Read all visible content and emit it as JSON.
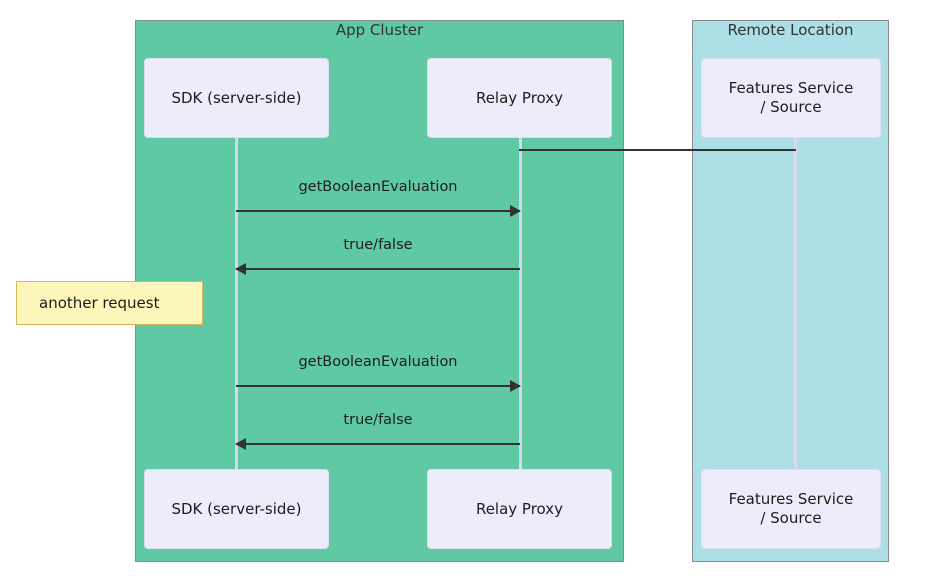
{
  "diagram": {
    "type": "sequence-diagram",
    "groups": [
      {
        "id": "app-cluster",
        "label": "App Cluster",
        "color": "#5fc9a4"
      },
      {
        "id": "remote-location",
        "label": "Remote Location",
        "color": "#ade0e6"
      }
    ],
    "participants": [
      {
        "id": "sdk",
        "label": "SDK (server-side)",
        "group": "app-cluster",
        "box_color": "#ececfa",
        "lifeline_color": "#d7d7ef"
      },
      {
        "id": "relay",
        "label": "Relay Proxy",
        "group": "app-cluster",
        "box_color": "#ececfa",
        "lifeline_color": "#d7d7ef"
      },
      {
        "id": "features",
        "label": "Features Service / Source",
        "label_line1": "Features Service",
        "label_line2": "/ Source",
        "group": "remote-location",
        "box_color": "#ececfa",
        "lifeline_color": "#d7d7ef"
      }
    ],
    "messages": [
      {
        "id": "m1",
        "from": "sdk",
        "to": "relay",
        "label": "getBooleanEvaluation",
        "direction": "right"
      },
      {
        "id": "m2",
        "from": "relay",
        "to": "sdk",
        "label": "true/false",
        "direction": "left"
      },
      {
        "id": "m3",
        "from": "sdk",
        "to": "relay",
        "label": "getBooleanEvaluation",
        "direction": "right"
      },
      {
        "id": "m4",
        "from": "relay",
        "to": "sdk",
        "label": "true/false",
        "direction": "left"
      }
    ],
    "links": [
      {
        "id": "relay-features-link",
        "from": "relay",
        "to": "features",
        "label": ""
      }
    ],
    "notes": [
      {
        "id": "another-request",
        "text": "another request",
        "fill": "#fdf6ba",
        "border": "#d6b656"
      }
    ],
    "line_color": "#333333",
    "group_border_color": "#8a8a8a",
    "background": "#ffffff"
  }
}
